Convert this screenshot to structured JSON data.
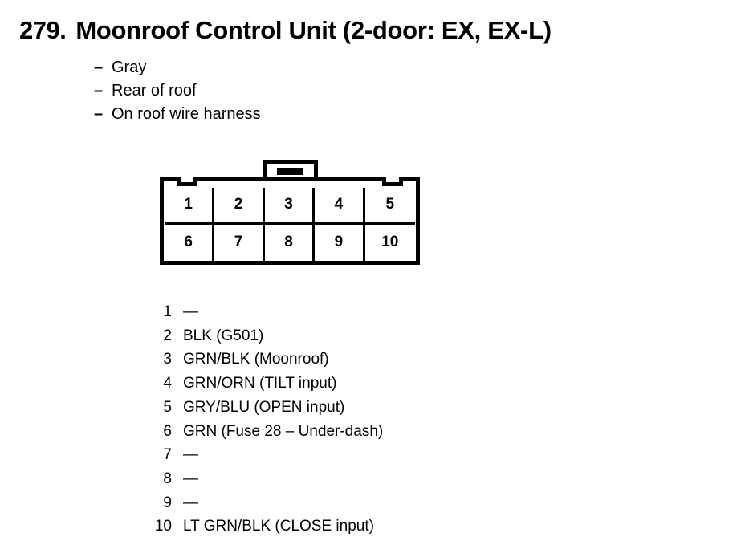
{
  "title": {
    "number": "279.",
    "text": "Moonroof Control Unit (2-door: EX, EX-L)"
  },
  "subnotes": [
    {
      "dash": "–",
      "text": "Gray"
    },
    {
      "dash": "–",
      "text": "Rear of roof"
    },
    {
      "dash": "–",
      "text": "On roof wire harness"
    }
  ],
  "connector": {
    "row_top": [
      "1",
      "2",
      "3",
      "4",
      "5"
    ],
    "row_bottom": [
      "6",
      "7",
      "8",
      "9",
      "10"
    ]
  },
  "legend": [
    {
      "pin": "1",
      "desc": "—"
    },
    {
      "pin": "2",
      "desc": "BLK (G501)"
    },
    {
      "pin": "3",
      "desc": "GRN/BLK (Moonroof)"
    },
    {
      "pin": "4",
      "desc": "GRN/ORN (TILT input)"
    },
    {
      "pin": "5",
      "desc": "GRY/BLU (OPEN input)"
    },
    {
      "pin": "6",
      "desc": "GRN (Fuse 28 – Under-dash)"
    },
    {
      "pin": "7",
      "desc": "—"
    },
    {
      "pin": "8",
      "desc": "—"
    },
    {
      "pin": "9",
      "desc": "—"
    },
    {
      "pin": "10",
      "desc": "LT GRN/BLK (CLOSE input)"
    }
  ],
  "colors": {
    "ink": "#000000",
    "paper": "#ffffff"
  }
}
